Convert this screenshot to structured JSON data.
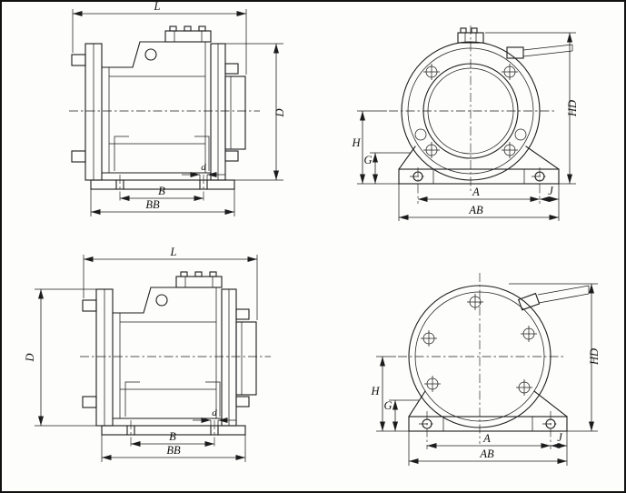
{
  "views": {
    "side_top": {
      "dims": {
        "L": "L",
        "D": "D",
        "d": "d",
        "B": "B",
        "BB": "BB"
      }
    },
    "front_top": {
      "dims": {
        "H": "H",
        "G": "G",
        "HD": "HD",
        "A": "A",
        "J": "J",
        "AB": "AB"
      }
    },
    "side_bottom": {
      "dims": {
        "L": "L",
        "D": "D",
        "d": "d",
        "B": "B",
        "BB": "BB"
      }
    },
    "front_bottom": {
      "dims": {
        "H": "H",
        "G": "G",
        "HD": "HD",
        "A": "A",
        "J": "J",
        "AB": "AB"
      }
    }
  },
  "colors": {
    "line": "#1c1c1e",
    "background": "#fdfdfb",
    "border": "#111111"
  }
}
